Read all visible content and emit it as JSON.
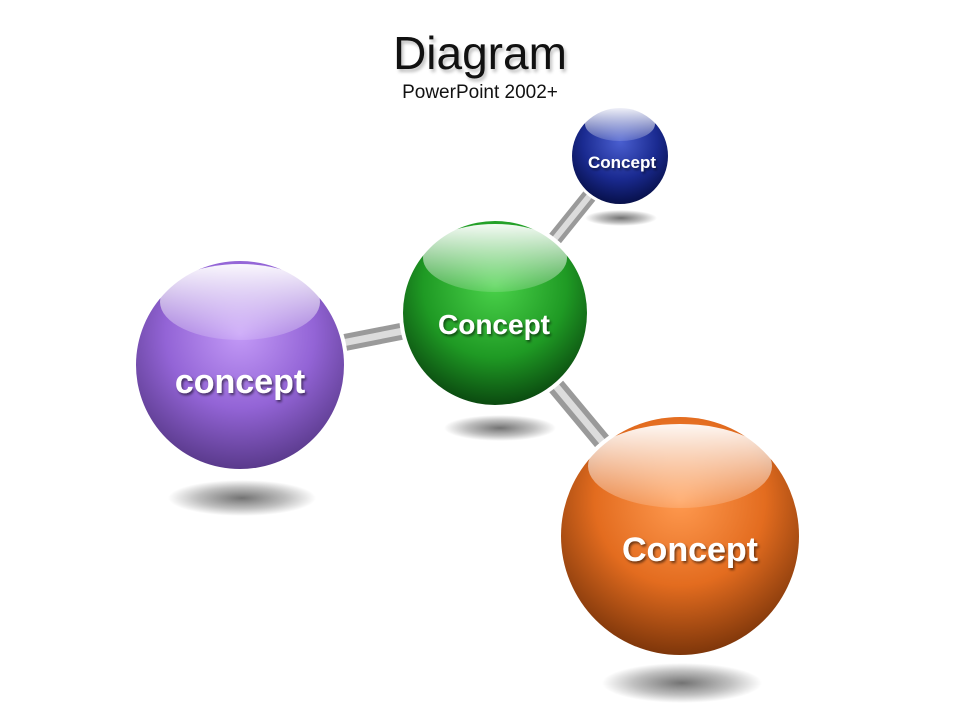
{
  "header": {
    "title": "Diagram",
    "subtitle": "PowerPoint 2002+"
  },
  "nodes": [
    {
      "id": "node-small-blue",
      "label": "Concept",
      "color_light": "#3a4fc0",
      "color_dark": "#0a1660"
    },
    {
      "id": "node-center-green",
      "label": "Concept",
      "color_light": "#3ec23e",
      "color_dark": "#0d5a14"
    },
    {
      "id": "node-left-purple",
      "label": "concept",
      "color_light": "#b185ee",
      "color_dark": "#5e3e96"
    },
    {
      "id": "node-bottom-orange",
      "label": "Concept",
      "color_light": "#f58a3e",
      "color_dark": "#8a3d0c"
    }
  ],
  "connector_color": "#b8b8b8"
}
